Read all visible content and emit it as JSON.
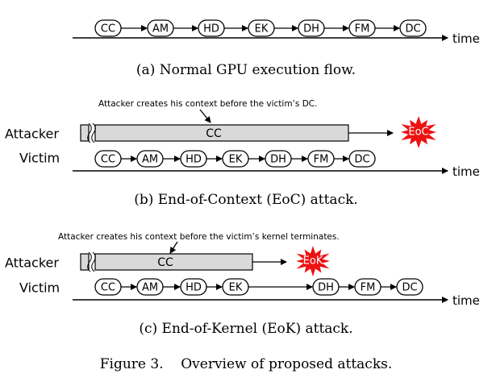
{
  "panels": {
    "a": {
      "nodes": [
        "CC",
        "AM",
        "HD",
        "EK",
        "DH",
        "FM",
        "DC"
      ],
      "axis_label": "time",
      "caption": "(a) Normal GPU execution flow."
    },
    "b": {
      "note": "Attacker creates his context before the victim’s DC.",
      "attacker_label": "Attacker",
      "victim_label": "Victim",
      "context_label": "CC",
      "burst_label": "EoC",
      "nodes": [
        "CC",
        "AM",
        "HD",
        "EK",
        "DH",
        "FM",
        "DC"
      ],
      "axis_label": "time",
      "caption": "(b) End-of-Context (EoC) attack."
    },
    "c": {
      "note": "Attacker creates his context before the victim’s kernel terminates.",
      "attacker_label": "Attacker",
      "victim_label": "Victim",
      "context_label": "CC",
      "burst_label": "EoK",
      "nodes": [
        "CC",
        "AM",
        "HD",
        "EK",
        "DH",
        "FM",
        "DC"
      ],
      "axis_label": "time",
      "caption": "(c) End-of-Kernel (EoK) attack."
    }
  },
  "figure_caption": "Figure 3.    Overview of proposed attacks.",
  "colors": {
    "burst": "#ee1111",
    "context_bar": "#d9d9d9"
  }
}
